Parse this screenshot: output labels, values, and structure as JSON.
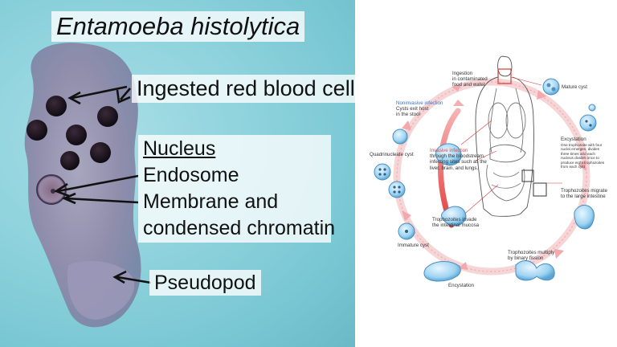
{
  "micrograph": {
    "title": "Entamoeba histolytica",
    "labels": {
      "ingested_rbc": "Ingested red blood cells",
      "nucleus": "Nucleus",
      "endosome": "Endosome",
      "membrane_line1": "Membrane and",
      "membrane_line2": "condensed chromatin",
      "pseudopod": "Pseudopod"
    }
  },
  "life_cycle": {
    "ingestion_line1": "Ingestion",
    "ingestion_line2": "in contaminated",
    "ingestion_line3": "food and water",
    "mature_cyst": "Mature cyst",
    "noninvasive_title": "Noninvasive infection",
    "noninvasive_line1": "Cysts exit host",
    "noninvasive_line2": "in the stool",
    "invasive_title": "Invasive infection",
    "invasive_line1": "through the bloodstream,",
    "invasive_line2": "infecting sites such as the",
    "invasive_line3": "liver, brain, and lungs.",
    "quadrinucleate_cyst": "Quadrinucleate cyst",
    "excystation": "Excystation",
    "excystation_detail_1": "One trophozoite with four",
    "excystation_detail_2": "nuclei emerges, divides",
    "excystation_detail_3": "three times and each",
    "excystation_detail_4": "nucleus divides once to",
    "excystation_detail_5": "produce eight trophozoites",
    "excystation_detail_6": "from each cyst",
    "trophozoites_migrate_1": "Trophozoites  migrate",
    "trophozoites_migrate_2": "to the large intestine",
    "trophozoites_invade_1": "Trophozoites invade",
    "trophozoites_invade_2": "the intestinal mucosa",
    "immature_cyst": "Immature cyst",
    "trophozoites_multiply_1": "Trophozoites multiply",
    "trophozoites_multiply_2": "by binary fission",
    "encystation": "Encystation"
  },
  "colors": {
    "micro_bg": "#8fd3dd",
    "cell_body": "#8d8ca7",
    "red_blood_cell": "#1e1520",
    "cycle_arrow": "#f2a8ad",
    "invasive_arrow": "#e23d3d",
    "noninvasive_text": "#3a74c4",
    "cyst_fill": "#9fd4f2"
  }
}
